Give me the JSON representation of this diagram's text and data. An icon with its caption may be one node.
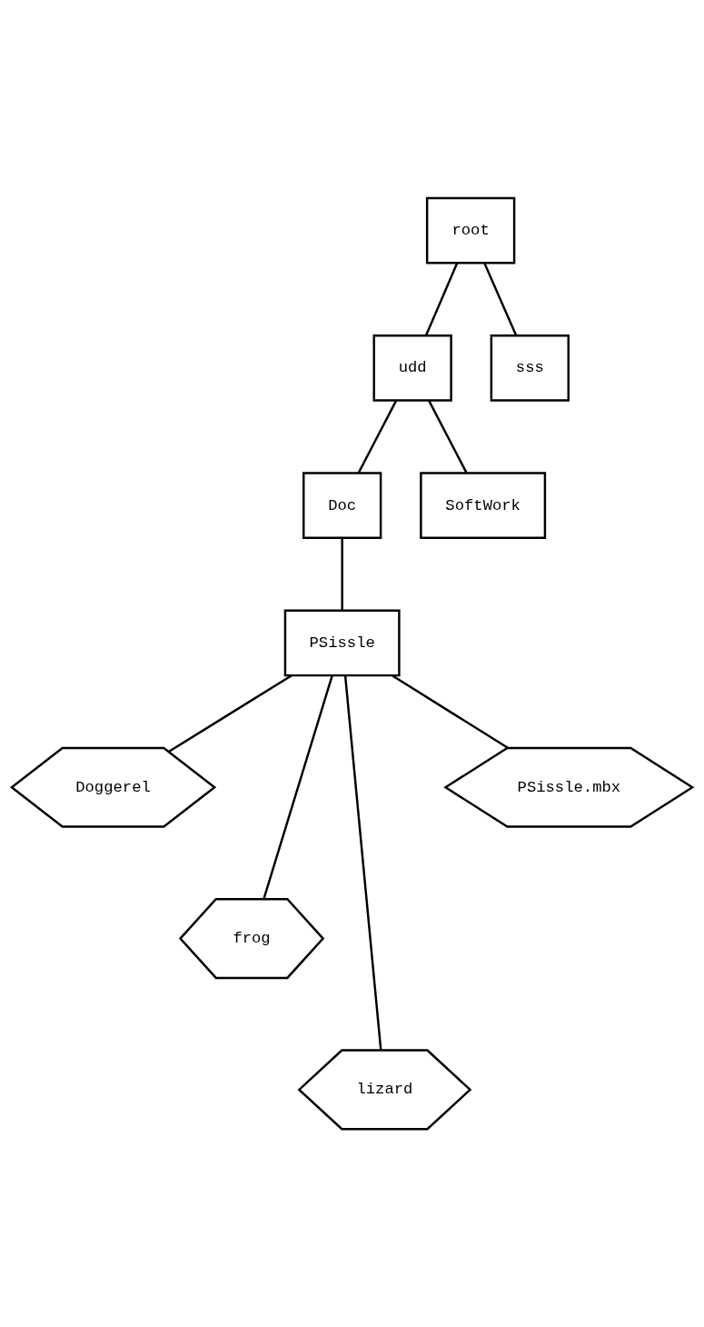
{
  "diagram": {
    "nodes": [
      {
        "text": [
          "root"
        ]
      },
      {
        "text": [
          "udd"
        ]
      },
      {
        "text": [
          "sss"
        ]
      },
      {
        "text": [
          "Doc"
        ]
      },
      {
        "text": [
          "SoftWork"
        ]
      },
      {
        "text": [
          "PSissle"
        ]
      },
      {
        "text": [
          "Doggerel"
        ]
      },
      {
        "text": [
          "frog"
        ]
      },
      {
        "text": [
          "lizard"
        ]
      },
      {
        "text": [
          "PSissle.mbx"
        ]
      }
    ],
    "edges": [
      {
        "from": 0,
        "to": 1,
        "arrow": "none"
      },
      {
        "from": 0,
        "to": 2,
        "arrow": "none"
      },
      {
        "from": 1,
        "to": 3,
        "arrow": "none"
      },
      {
        "from": 1,
        "to": 4,
        "arrow": "none"
      },
      {
        "from": 3,
        "to": 5,
        "arrow": "none"
      },
      {
        "from": 5,
        "to": 6,
        "arrow": "none"
      },
      {
        "from": 5,
        "to": 7,
        "arrow": "none"
      },
      {
        "from": 5,
        "to": 8,
        "arrow": "none"
      },
      {
        "from": 5,
        "to": 9,
        "arrow": "none"
      }
    ]
  }
}
